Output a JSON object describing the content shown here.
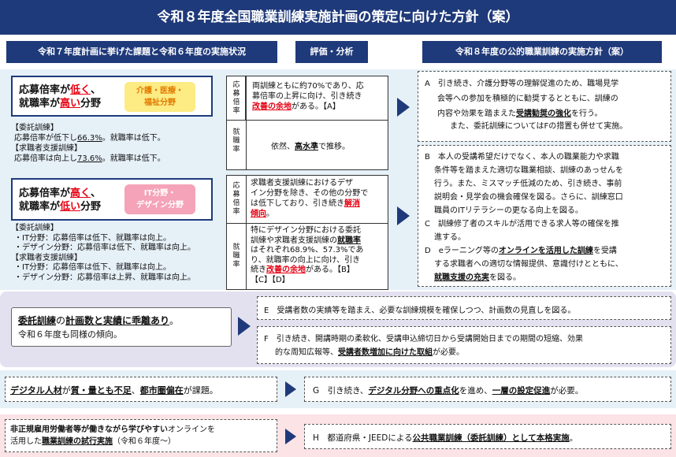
{
  "title": "令和８年度全国職業訓練実施計画の策定に向けた方針（案）",
  "headers": {
    "left": "令和７年度計画に挙げた課題と令和６年度の実施状況",
    "mid": "評価・分析",
    "right": "令和８年度の公的職業訓練の実施方針（案）"
  },
  "issue1": {
    "l1a": "応募倍率が",
    "l1b": "低く",
    "l1c": "、",
    "l2a": "就職率が",
    "l2b": "高い",
    "l2c": "分野",
    "tag1": "介護・医療・",
    "tag2": "福祉分野",
    "d1": "【委託訓練】",
    "d2a": "応募倍率が低下し",
    "d2b": "66.3%",
    "d2c": "。就職率は低下。",
    "d3": "【求職者支援訓練】",
    "d4a": "応募倍率は向上し",
    "d4b": "73.6%",
    "d4c": "。就職率は低下。"
  },
  "issue2": {
    "l1a": "応募倍率が",
    "l1b": "高く",
    "l1c": "、",
    "l2a": "就職率が",
    "l2b": "低い",
    "l2c": "分野",
    "tag1": "IT分野・",
    "tag2": "デザイン分野",
    "d1": "【委託訓練】",
    "d2": "・IT分野：応募倍率は低下、就職率は向上。",
    "d3": "・デザイン分野：応募倍率は低下、就職率は向上。",
    "d4": "【求職者支援訓練】",
    "d5": "・IT分野：応募倍率は低下、就職率は向上。",
    "d6": "・デザイン分野：応募倍率は上昇、就職率は向上。"
  },
  "eval1": {
    "lab1": "応募倍率",
    "lab2": "就職率",
    "t1": "両訓練ともに約70%であり、応",
    "t2": "募倍率の上昇に向け、引き続き",
    "t3a": "改善の余地",
    "t3b": "がある。【A】",
    "t4a": "依然、",
    "t4b": "高水準",
    "t4c": "で推移。"
  },
  "eval2": {
    "lab1": "応募倍率",
    "lab2": "就職率",
    "t1": "求職者支援訓練におけるデザ",
    "t2": "イン分野を除き、その他の分野で",
    "t3a": "は低下しており、引き続き",
    "t3b": "解消",
    "t4a": "傾向",
    "t4b": "。",
    "u1": "特にデザイン分野における委託",
    "u2a": "訓練や求職者支援訓練の",
    "u2b": "就職率",
    "u3": "はそれぞれ68.9%、57.3%であ",
    "u4": "り、就職率の向上に向け、引き",
    "u5a": "続き",
    "u5b": "改善の余地",
    "u5c": "がある。【B】",
    "u6": "【C】【D】"
  },
  "policyA": {
    "l1": "A　引き続き、介護分野等の理解促進のため、職場見学",
    "l2": "会等への参加を積極的に勧奨するとともに、訓練の",
    "l3a": "内容や効果を踏まえた",
    "l3b": "受講勧奨の強化",
    "l3c": "を行う。",
    "l4": "また、委託訓練についてはFの措置も併せて実施。"
  },
  "policyB": {
    "l1": "B　本人の受講希望だけでなく、本人の職業能力や求職",
    "l2": "条件等を踏まえた適切な職業相談、訓練のあっせんを",
    "l3": "行う。また、ミスマッチ低減のため、引き続き、事前",
    "l4": "説明会・見学会の機会確保を図る。さらに、訓練窓口",
    "l5": "職員のITリテラシーの更なる向上を図る。",
    "l6": "C　訓練修了者のスキルが活用できる求人等の確保を推",
    "l7": "進する。",
    "l8a": "D　eラーニング等の",
    "l8b": "オンラインを活用した訓練",
    "l8c": "を受講",
    "l9": "する求職者への適切な情報提供、意識付けとともに、",
    "l10a": "就職支援の充実",
    "l10b": "を図る。"
  },
  "issue3": {
    "l1a": "委託訓練",
    "l1b": "の",
    "l1c": "計画数と実績に乖離あり",
    "l1d": "。",
    "l2": "令和６年度も同様の傾向。"
  },
  "policyE": {
    "l1": "E　受講者数の実績等を踏まえ、必要な訓練規模を確保しつつ、計画数の見直しを図る。"
  },
  "policyF": {
    "l1": "F　引き続き、開講時期の柔軟化、受講申込締切日から受講開始日までの期間の短縮、効果",
    "l2a": "的な周知広報等、",
    "l2b": "受講者数増加に向けた取組",
    "l2c": "が必要。"
  },
  "issue4": {
    "a": "デジタル人材",
    "b": "が",
    "c": "質・量とも不足",
    "d": "、",
    "e": "都市圏偏在",
    "f": "が課題。"
  },
  "policyG": {
    "a": "G　引き続き、",
    "b": "デジタル分野への重点化",
    "c": "を進め、",
    "d": "一層の設定促進",
    "e": "が必要。"
  },
  "issue5": {
    "l1a": "非正規雇用労働者等が働きながら学びやすい",
    "l1b": "オンラインを",
    "l2a": "活用した",
    "l2b": "職業訓練の試行実施",
    "l2c": "（令和６年度～）"
  },
  "policyH": {
    "a": "H　都道府県・JEEDによる",
    "b": "公共職業訓練（委託訓練）として本格実施",
    "c": "。"
  }
}
